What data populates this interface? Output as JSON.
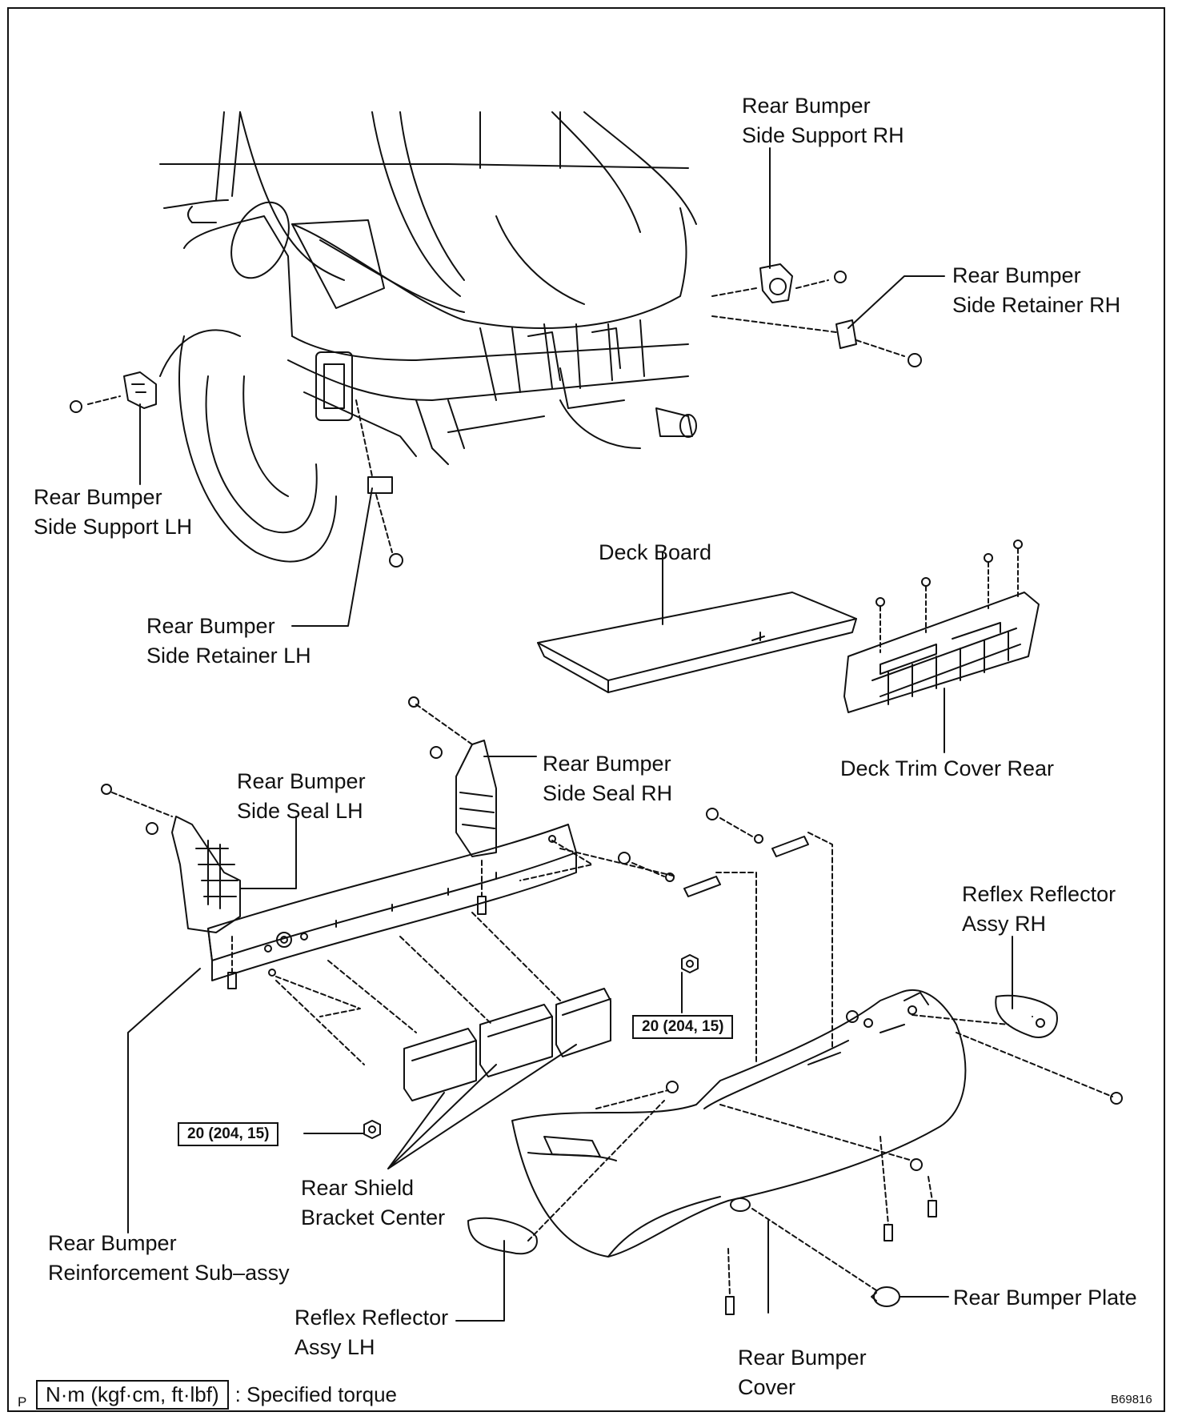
{
  "labels": {
    "side_support_rh": [
      "Rear Bumper",
      "Side Support RH"
    ],
    "side_retainer_rh": [
      "Rear Bumper",
      "Side Retainer RH"
    ],
    "side_support_lh": [
      "Rear Bumper",
      "Side Support LH"
    ],
    "side_retainer_lh": [
      "Rear Bumper",
      "Side Retainer LH"
    ],
    "deck_board": "Deck Board",
    "deck_trim_cover_rear": "Deck Trim Cover Rear",
    "side_seal_lh": [
      "Rear Bumper",
      "Side Seal LH"
    ],
    "side_seal_rh": [
      "Rear Bumper",
      "Side Seal RH"
    ],
    "reflex_reflector_rh": [
      "Reflex Reflector",
      "Assy RH"
    ],
    "reflex_reflector_lh": [
      "Reflex Reflector",
      "Assy LH"
    ],
    "rear_shield_bracket_center": [
      "Rear Shield",
      "Bracket Center"
    ],
    "reinforcement_sub_assy": [
      "Rear Bumper",
      "Reinforcement Sub–assy"
    ],
    "rear_bumper_plate": "Rear Bumper Plate",
    "rear_bumper_cover": [
      "Rear Bumper",
      "Cover"
    ]
  },
  "torque_values": [
    "20 (204, 15)",
    "20 (204, 15)"
  ],
  "legend": {
    "units": "N·m (kgf·cm, ft·lbf)",
    "text": ": Specified torque"
  },
  "corner_mark": "P",
  "figure_code": "B69816"
}
